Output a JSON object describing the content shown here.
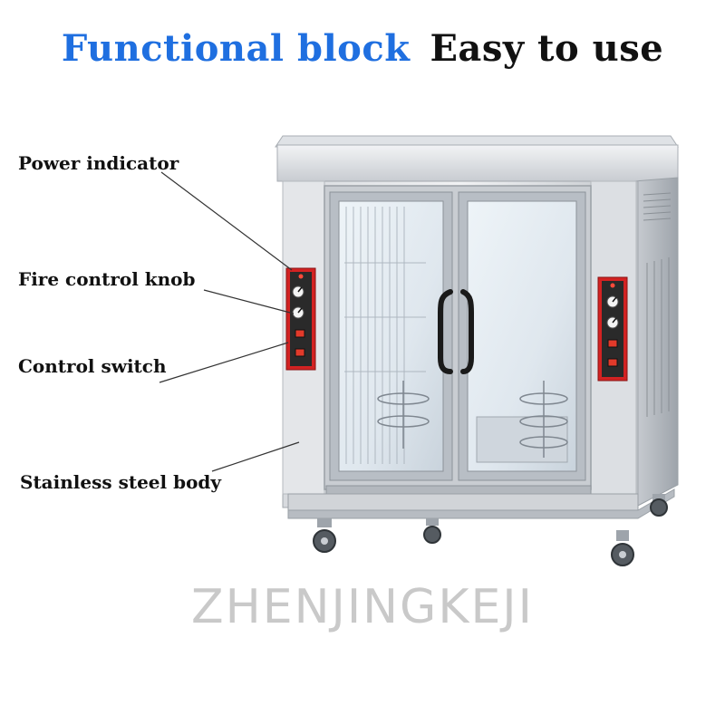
{
  "headline": {
    "highlight": "Functional block",
    "rest": "Easy to use",
    "highlight_color": "#1f6fe0"
  },
  "callouts": {
    "power_indicator": "Power indicator",
    "fire_control_knob": "Fire control knob",
    "control_switch": "Control switch",
    "stainless_steel_body": "Stainless steel body"
  },
  "watermark": "ZHENJINGKEJI",
  "colors": {
    "steel_light": "#e6e8eb",
    "steel_mid": "#c4c8cd",
    "steel_dark": "#8e949b",
    "panel_red": "#d32222",
    "handle": "#1a1a1a"
  }
}
